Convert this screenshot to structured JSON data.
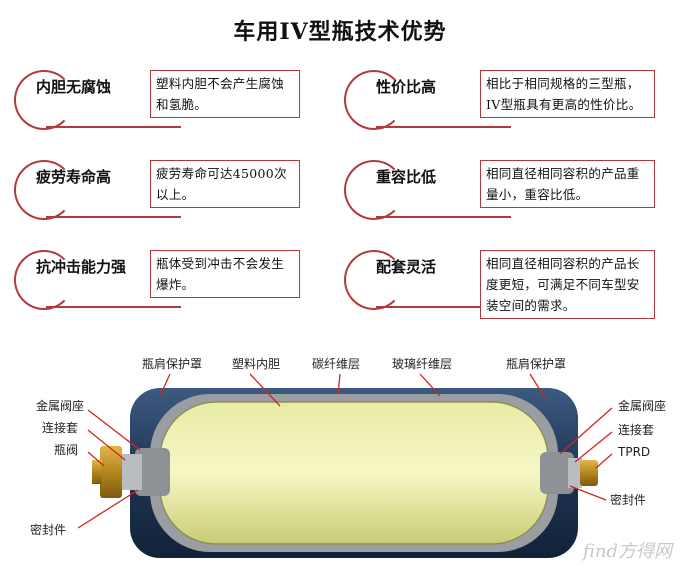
{
  "title": "车用IV型瓶技术优势",
  "features": [
    {
      "title": "内胆无腐蚀",
      "desc": "塑料内胆不会产生腐蚀和氢脆。"
    },
    {
      "title": "性价比高",
      "desc": "相比于相同规格的三型瓶，IV型瓶具有更高的性价比。"
    },
    {
      "title": "疲劳寿命高",
      "desc": "疲劳寿命可达45000次以上。"
    },
    {
      "title": "重容比低",
      "desc": "相同直径相同容积的产品重量小，重容比低。"
    },
    {
      "title": "抗冲击能力强",
      "desc": "瓶体受到冲击不会发生爆炸。"
    },
    {
      "title": "配套灵活",
      "desc": "相同直径相同容积的产品长度更短，可满足不同车型安装空间的需求。"
    }
  ],
  "diagram": {
    "labels_top": [
      "瓶肩保护罩",
      "塑料内胆",
      "碳纤维层",
      "玻璃纤维层",
      "瓶肩保护罩"
    ],
    "labels_left": [
      "金属阀座",
      "连接套",
      "瓶阀",
      "密封件"
    ],
    "labels_right": [
      "金属阀座",
      "连接套",
      "TPRD",
      "密封件"
    ]
  },
  "watermark": "find方得网"
}
